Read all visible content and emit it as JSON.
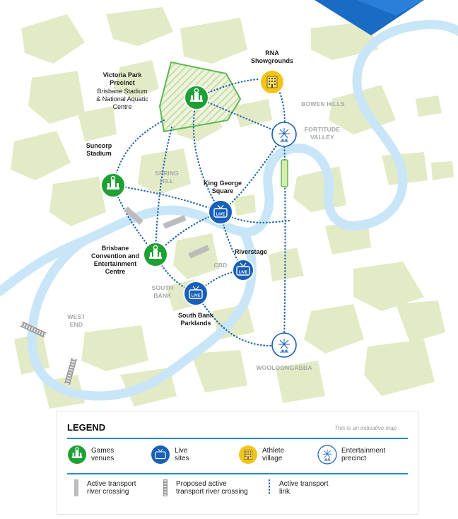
{
  "map": {
    "venues": {
      "victoria_park": {
        "name": "Victoria Park\nPrecinct",
        "desc": "Brisbane Stadium\n& National Aquatic\nCentre"
      },
      "rna": {
        "name": "RNA\nShowgrounds"
      },
      "suncorp": {
        "name": "Suncorp\nStadium"
      },
      "king_george": {
        "name": "King George\nSquare"
      },
      "convention": {
        "name": "Brisbane\nConvention and\nEntertainment\nCentre"
      },
      "riverstage": {
        "name": "Riverstage"
      },
      "south_bank": {
        "name": "South Bank\nParklands"
      }
    },
    "suburbs": {
      "bowen_hills": "BOWEN HILLS",
      "fortitude_valley": "FORTITUDE\nVALLEY",
      "spring_hill": "SPRING\nHILL",
      "cbd": "CBD",
      "south_bank": "SOUTH\nBANK",
      "west_end": "WEST\nEND",
      "woolloongabba": "WOOLOONGABBA"
    },
    "badge_text": "LIVE",
    "colors": {
      "games_venue": "#1ea035",
      "live_site": "#1860b8",
      "athlete_village": "#f2c51a",
      "river": "#c8e6f7",
      "green_space": "#e2ebc6",
      "transport_link": "#1e62b0",
      "crossing": "#bcbcbc"
    }
  },
  "legend": {
    "title": "LEGEND",
    "note": "This is an indicative map",
    "items": {
      "games_venues": "Games\nvenues",
      "live_sites": "Live\nsites",
      "athlete_village": "Athlete\nvillage",
      "entertainment_precinct": "Entertainment\nprecinct",
      "active_crossing": "Active transport\nriver crossing",
      "proposed_crossing": "Proposed active\ntransport river crossing",
      "transport_link": "Active transport\nlink"
    }
  }
}
